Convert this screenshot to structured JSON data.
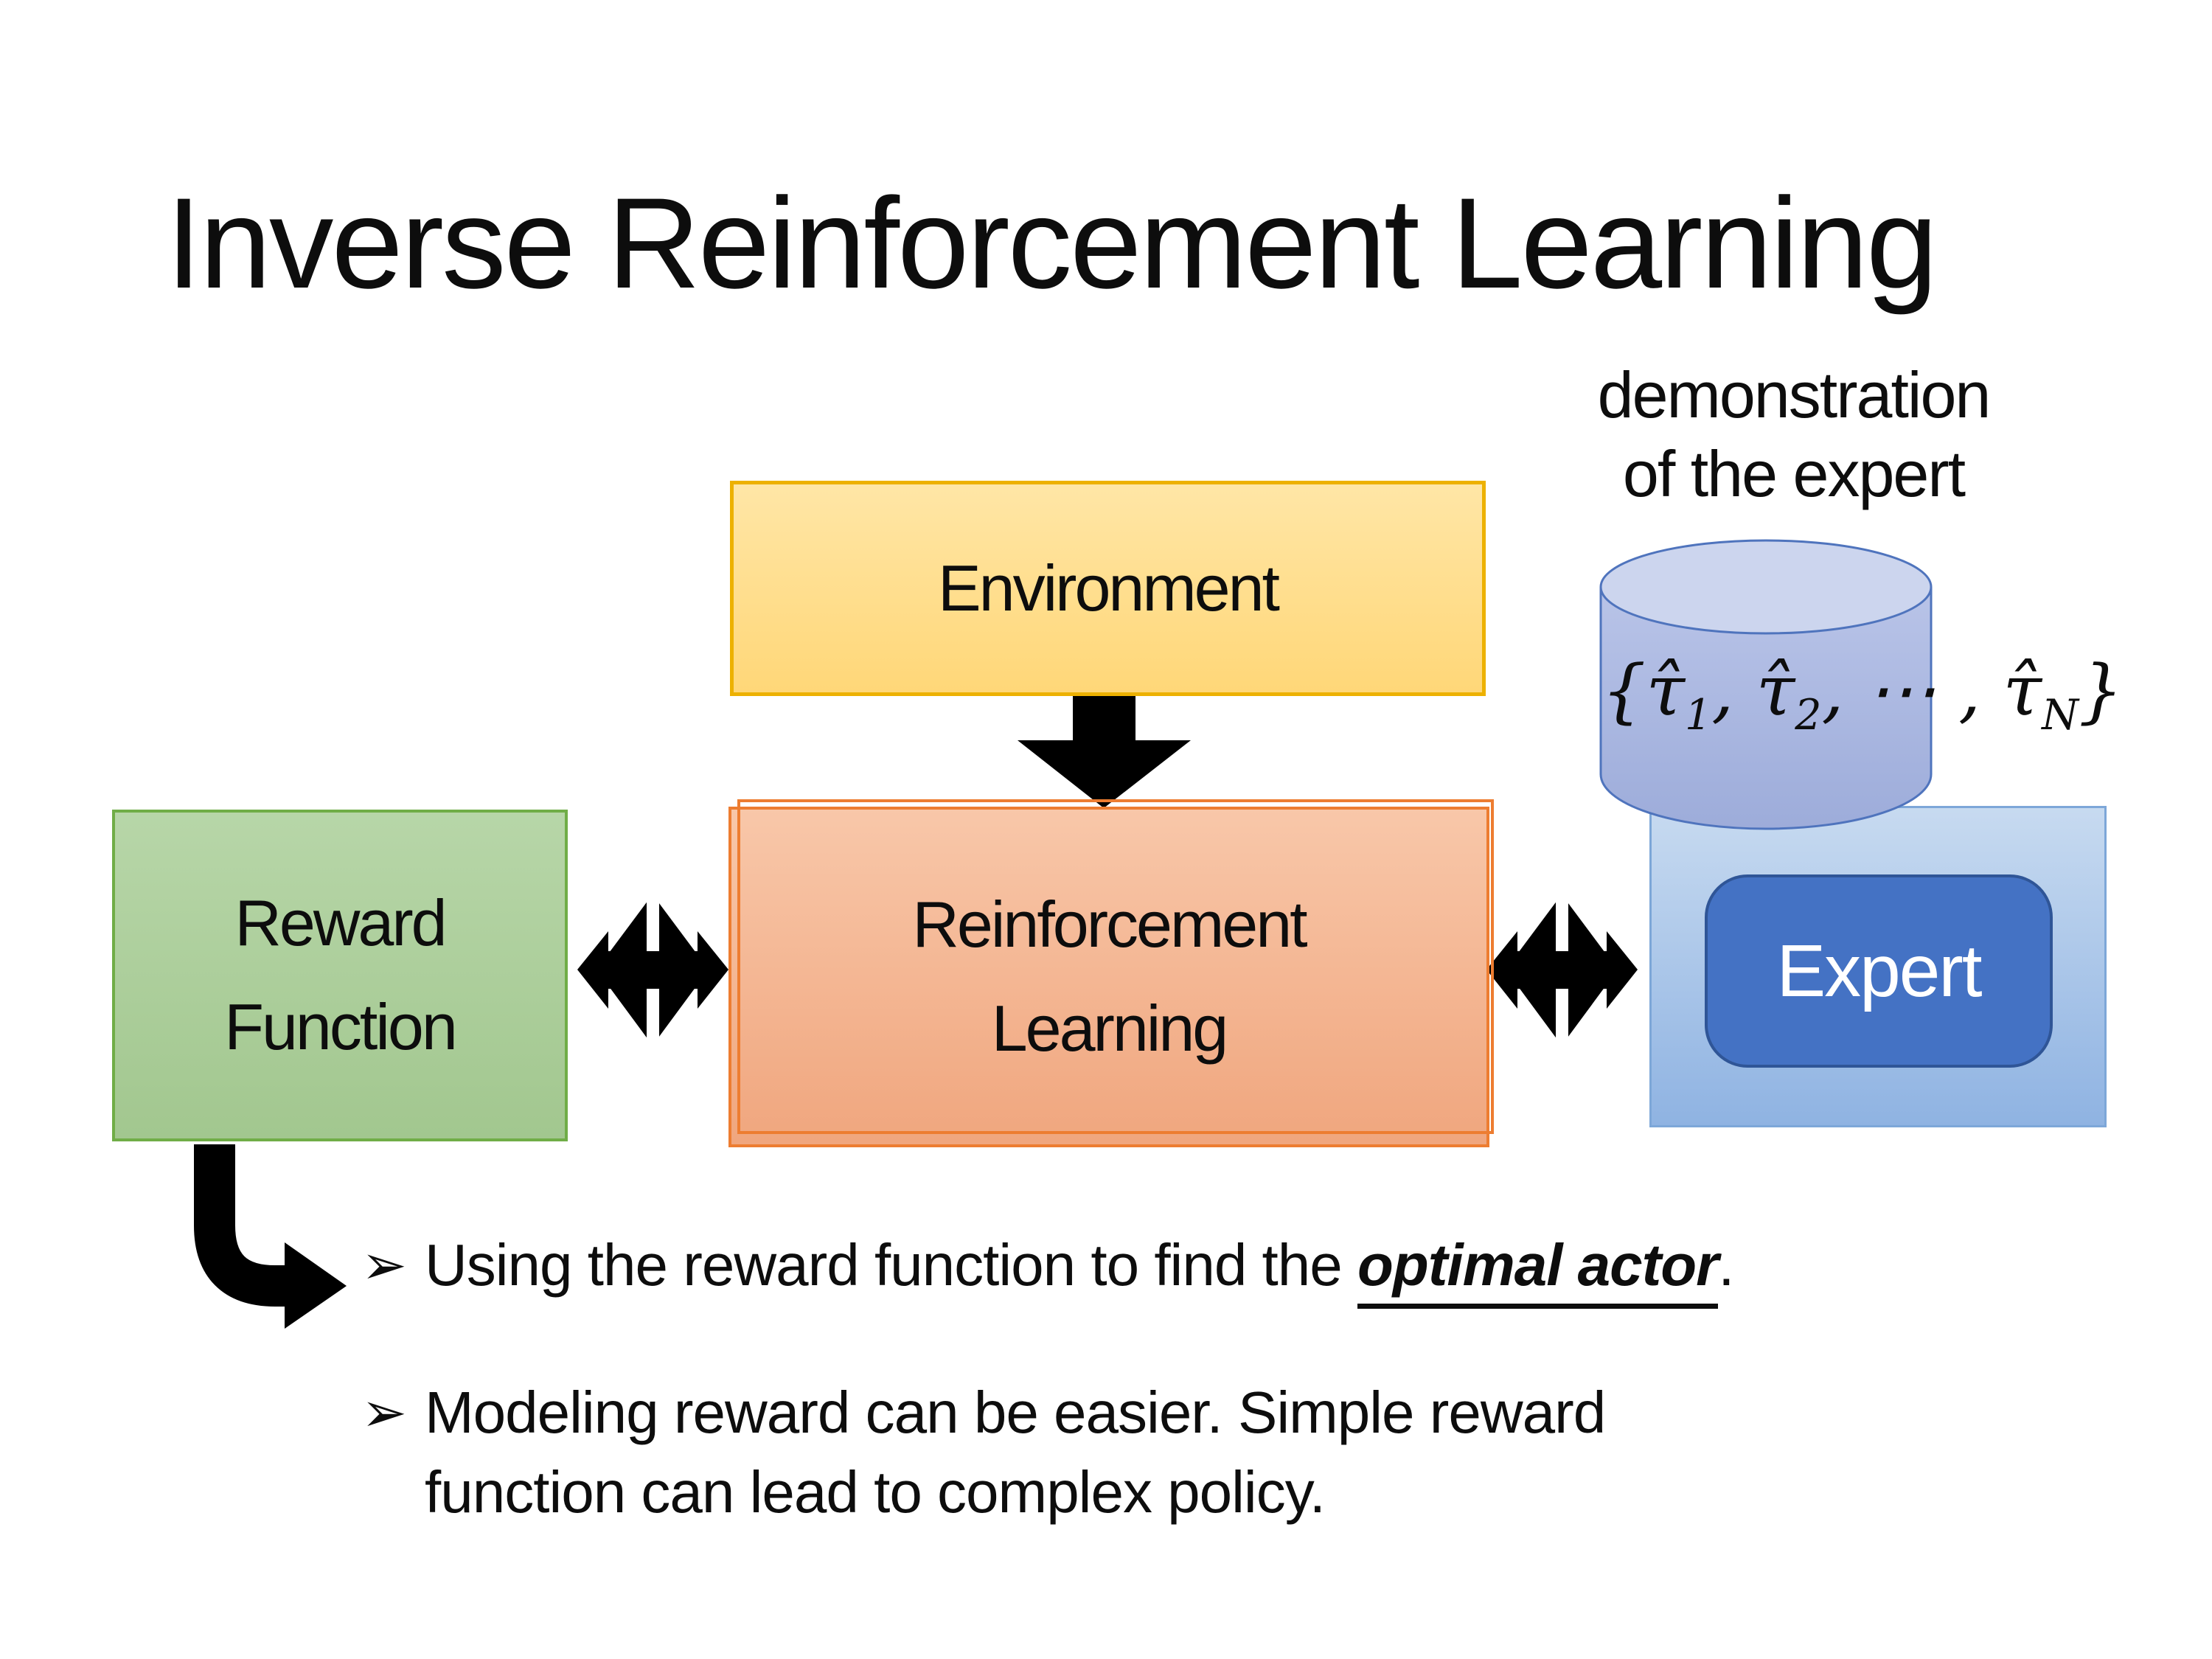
{
  "slide": {
    "title": "Inverse Reinforcement Learning"
  },
  "diagram": {
    "demonstration_label": {
      "line1": "demonstration",
      "line2": "of the expert"
    },
    "environment_box": {
      "label": "Environment"
    },
    "rl_box": {
      "line1": "Reinforcement",
      "line2": "Learning"
    },
    "reward_box": {
      "line1": "Reward",
      "line2": "Function"
    },
    "expert_box": {
      "label": "Expert"
    },
    "cylinder": {
      "formula_parts": [
        "{",
        "τ̂",
        "1",
        ", ",
        "τ̂",
        "2",
        ", ⋯ , ",
        "τ̂",
        "N",
        "}"
      ]
    }
  },
  "bullets": {
    "marker": "➢",
    "item1": {
      "prefix": "Using the reward function to find the ",
      "emphasis": "optimal actor",
      "suffix": "."
    },
    "item2": {
      "text": "Modeling reward can be easier. Simple reward function can lead to complex policy."
    }
  },
  "palette": {
    "environment_fill_top": "#ffe6a6",
    "environment_fill_bottom": "#ffd778",
    "environment_border": "#edb100",
    "rl_fill_top": "#f8c7a9",
    "rl_fill_bottom": "#f0a67e",
    "rl_border": "#ed7d31",
    "reward_fill_top": "#b7d6a8",
    "reward_fill_bottom": "#a2c78f",
    "reward_border": "#70ad47",
    "expert_panel_fill_top": "#c7daf0",
    "expert_panel_fill_bottom": "#8fb3e2",
    "expert_panel_border": "#7da7d8",
    "expert_fill": "#4472c4",
    "expert_border": "#2f5597",
    "expert_text": "#ffffff",
    "cylinder_fill_top": "#ccd5ee",
    "cylinder_fill_body": "#a9b6e0",
    "cylinder_border": "#4f74bd",
    "arrow_color": "#000000",
    "text_color": "#0d0d0d"
  }
}
